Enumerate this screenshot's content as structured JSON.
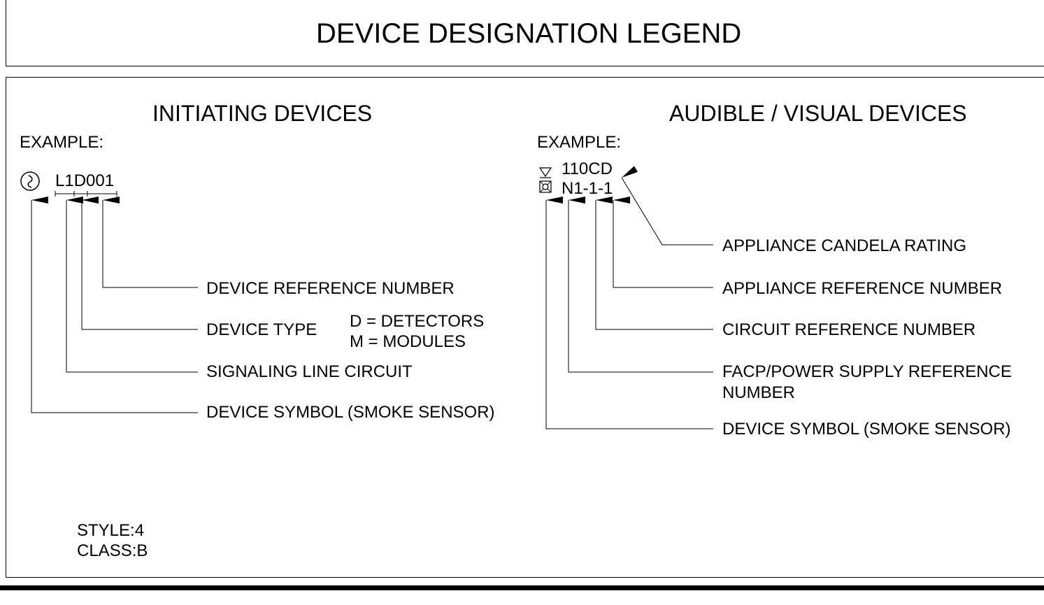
{
  "title": "DEVICE DESIGNATION LEGEND",
  "initiating": {
    "heading": "INITIATING DEVICES",
    "example_label": "EXAMPLE:",
    "designation": "L1D001",
    "callouts": {
      "reference": "DEVICE REFERENCE NUMBER",
      "type": "DEVICE TYPE",
      "type_detectors": "D = DETECTORS",
      "type_modules": "M = MODULES",
      "slc": "SIGNALING LINE CIRCUIT",
      "symbol": "DEVICE SYMBOL (SMOKE SENSOR)"
    },
    "style": "STYLE:4",
    "class": "CLASS:B"
  },
  "audible_visual": {
    "heading": "AUDIBLE / VISUAL DEVICES",
    "example_label": "EXAMPLE:",
    "candela": "110CD",
    "designation": "N1-1-1",
    "callouts": {
      "candela": "APPLIANCE CANDELA RATING",
      "reference": "APPLIANCE REFERENCE NUMBER",
      "circuit": "CIRCUIT REFERENCE NUMBER",
      "facp_line1": "FACP/POWER SUPPLY REFERENCE",
      "facp_line2": "NUMBER",
      "symbol": "DEVICE SYMBOL (SMOKE SENSOR)"
    }
  },
  "icons": {
    "smoke_sensor": "smoke-sensor-icon",
    "av_appliance": "av-appliance-icon",
    "triangle": "triangle-icon"
  }
}
